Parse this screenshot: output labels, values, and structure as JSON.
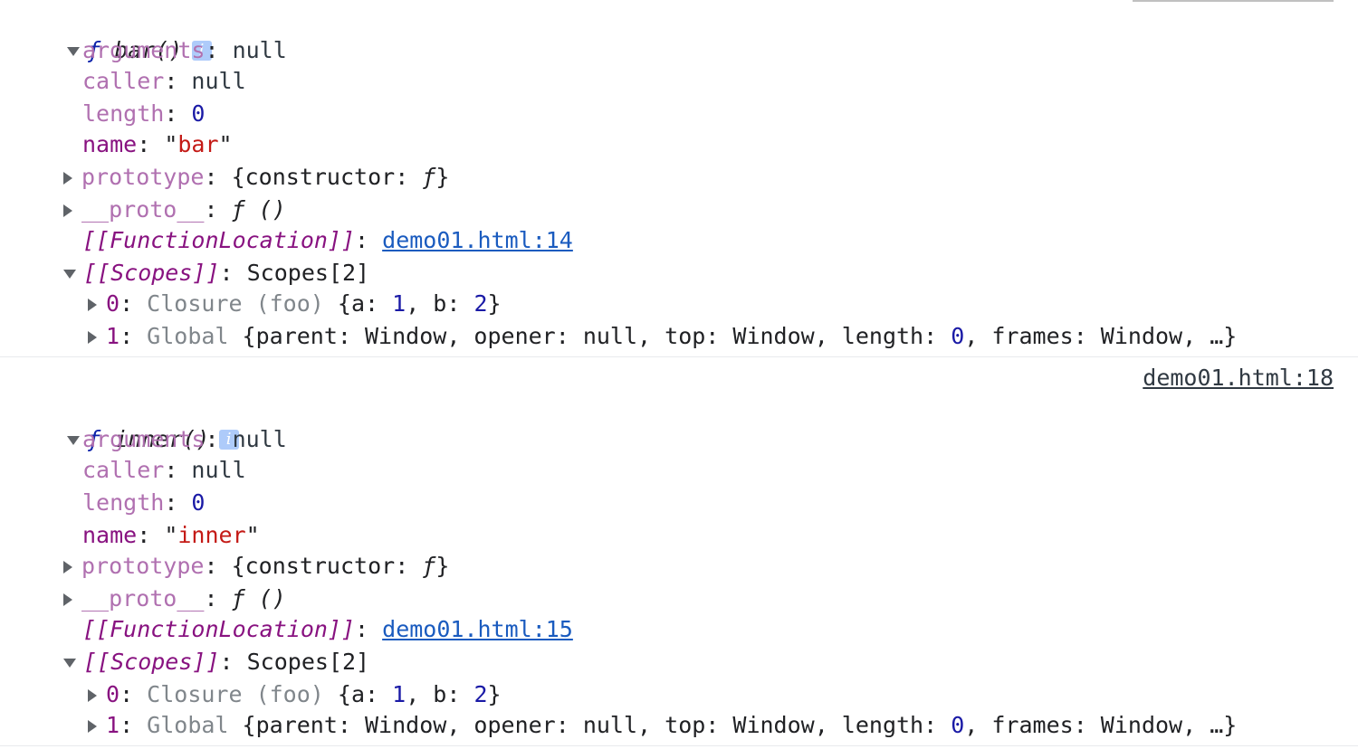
{
  "entries": [
    {
      "func_sym": "ƒ",
      "func_name": "bar()",
      "info_glyph": "i",
      "props": {
        "arguments_key": "arguments",
        "arguments_val": "null",
        "caller_key": "caller",
        "caller_val": "null",
        "length_key": "length",
        "length_val": "0",
        "name_key": "name",
        "name_val": "bar",
        "prototype_key": "prototype",
        "prototype_val_pre": "{constructor: ",
        "prototype_val_f": "ƒ",
        "prototype_val_post": "}",
        "proto_key": "__proto__",
        "proto_val": "ƒ ()",
        "location_key": "[[FunctionLocation]]",
        "location_link": "demo01.html:14",
        "scopes_key": "[[Scopes]]",
        "scopes_val": "Scopes[2]"
      },
      "scopes": [
        {
          "idx": "0",
          "type": "Closure (foo)",
          "body_pre": "{a: ",
          "a_val": "1",
          "mid": ", b: ",
          "b_val": "2",
          "body_post": "}"
        },
        {
          "idx": "1",
          "type": "Global",
          "body_pre": "{parent: Window, opener: null, top: Window, length: ",
          "len_val": "0",
          "body_post": ", frames: Window, …}"
        }
      ]
    },
    {
      "source_link": "demo01.html:18",
      "func_sym": "ƒ",
      "func_name": "inner()",
      "info_glyph": "i",
      "props": {
        "arguments_key": "arguments",
        "arguments_val": "null",
        "caller_key": "caller",
        "caller_val": "null",
        "length_key": "length",
        "length_val": "0",
        "name_key": "name",
        "name_val": "inner",
        "prototype_key": "prototype",
        "prototype_val_pre": "{constructor: ",
        "prototype_val_f": "ƒ",
        "prototype_val_post": "}",
        "proto_key": "__proto__",
        "proto_val": "ƒ ()",
        "location_key": "[[FunctionLocation]]",
        "location_link": "demo01.html:15",
        "scopes_key": "[[Scopes]]",
        "scopes_val": "Scopes[2]"
      },
      "scopes": [
        {
          "idx": "0",
          "type": "Closure (foo)",
          "body_pre": "{a: ",
          "a_val": "1",
          "mid": ", b: ",
          "b_val": "2",
          "body_post": "}"
        },
        {
          "idx": "1",
          "type": "Global",
          "body_pre": "{parent: Window, opener: null, top: Window, length: ",
          "len_val": "0",
          "body_post": ", frames: Window, …}"
        }
      ]
    }
  ]
}
